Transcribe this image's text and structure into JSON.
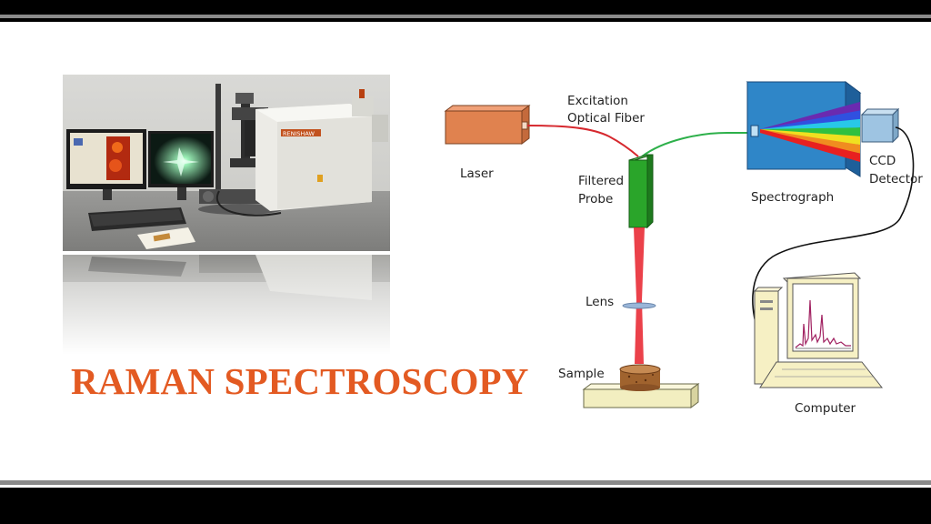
{
  "slide": {
    "title": "RAMAN SPECTROSCOPY",
    "title_color": "#e35a22"
  },
  "photo": {
    "icon": "raman-instrument-photo",
    "brand_text": "RENISHAW"
  },
  "diagram": {
    "labels": {
      "laser": "Laser",
      "excitation_line1": "Excitation",
      "excitation_line2": "Optical Fiber",
      "filtered_line1": "Filtered",
      "filtered_line2": "Probe",
      "lens": "Lens",
      "sample": "Sample",
      "spectrograph": "Spectrograph",
      "ccd_line1": "CCD",
      "ccd_line2": "Detector",
      "computer": "Computer"
    },
    "colors": {
      "laser_box": "#e0824f",
      "probe": "#2aa52a",
      "beam": "#e8202a",
      "excitation_fiber": "#d6282e",
      "collection_fiber": "#2db04a",
      "spectrograph_box": "#2f86c8",
      "ccd_box": "#9ec4e2",
      "sample_puck": "#a0632e",
      "stage": "#f2eec0"
    },
    "spectrum_colors": [
      "#6a2ab0",
      "#3050e0",
      "#28c8e8",
      "#30c040",
      "#f0e020",
      "#f08c20",
      "#e82020"
    ]
  }
}
